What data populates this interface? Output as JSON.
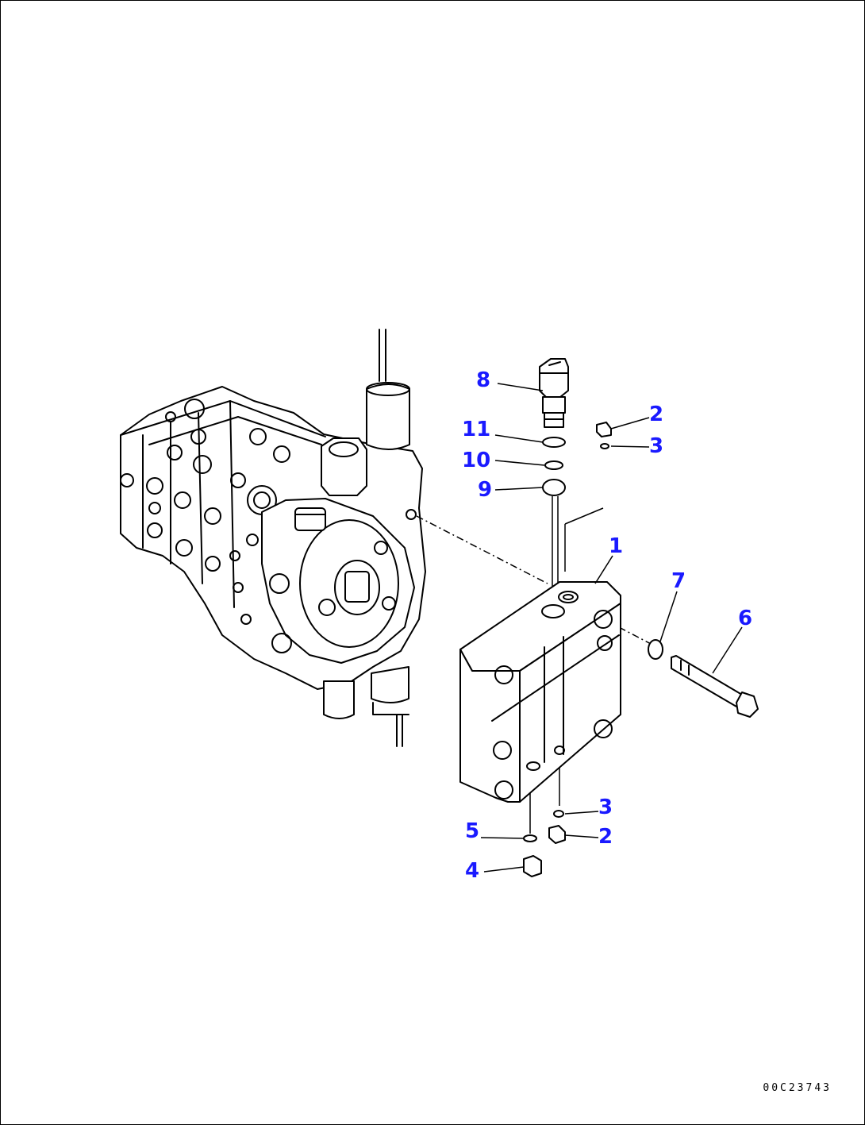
{
  "diagram": {
    "callouts": [
      {
        "id": "c8",
        "label": "8"
      },
      {
        "id": "c2a",
        "label": "2"
      },
      {
        "id": "c11",
        "label": "11"
      },
      {
        "id": "c3a",
        "label": "3"
      },
      {
        "id": "c10",
        "label": "10"
      },
      {
        "id": "c9",
        "label": "9"
      },
      {
        "id": "c1",
        "label": "1"
      },
      {
        "id": "c7",
        "label": "7"
      },
      {
        "id": "c6",
        "label": "6"
      },
      {
        "id": "c3b",
        "label": "3"
      },
      {
        "id": "c5",
        "label": "5"
      },
      {
        "id": "c2b",
        "label": "2"
      },
      {
        "id": "c4",
        "label": "4"
      }
    ],
    "callout_color": "#1a1aff",
    "line_color": "#000000"
  },
  "footer": {
    "document_number": "00C23743"
  }
}
